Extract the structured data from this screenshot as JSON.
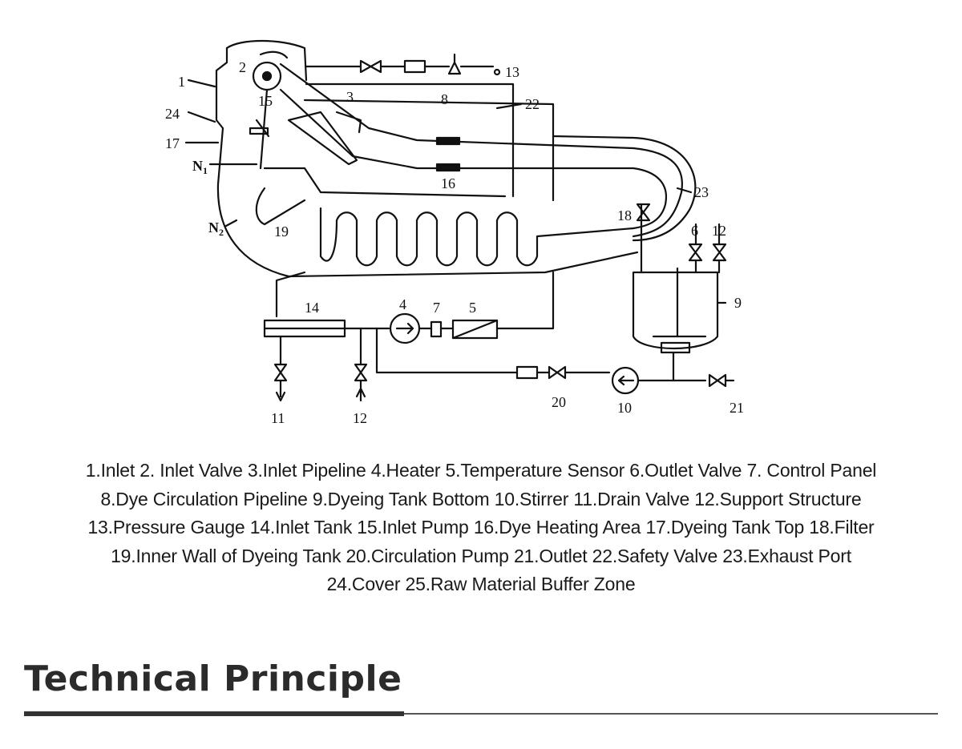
{
  "diagram": {
    "labels": [
      {
        "id": "1",
        "text": "1"
      },
      {
        "id": "2",
        "text": "2"
      },
      {
        "id": "3",
        "text": "3"
      },
      {
        "id": "4",
        "text": "4"
      },
      {
        "id": "5",
        "text": "5"
      },
      {
        "id": "6",
        "text": "6"
      },
      {
        "id": "7",
        "text": "7"
      },
      {
        "id": "8",
        "text": "8"
      },
      {
        "id": "9",
        "text": "9"
      },
      {
        "id": "10",
        "text": "10"
      },
      {
        "id": "11",
        "text": "11"
      },
      {
        "id": "12a",
        "text": "12"
      },
      {
        "id": "12b",
        "text": "12"
      },
      {
        "id": "13",
        "text": "13"
      },
      {
        "id": "14",
        "text": "14"
      },
      {
        "id": "15",
        "text": "15"
      },
      {
        "id": "16",
        "text": "16"
      },
      {
        "id": "17",
        "text": "17"
      },
      {
        "id": "18",
        "text": "18"
      },
      {
        "id": "19",
        "text": "19"
      },
      {
        "id": "20",
        "text": "20"
      },
      {
        "id": "21",
        "text": "21"
      },
      {
        "id": "22",
        "text": "22"
      },
      {
        "id": "23",
        "text": "23"
      },
      {
        "id": "24",
        "text": "24"
      },
      {
        "id": "N1",
        "text": "N",
        "sub": "1"
      },
      {
        "id": "N2",
        "text": "N",
        "sub": "2"
      }
    ]
  },
  "legend": {
    "lines": [
      "1.Inlet  2. Inlet Valve  3.Inlet Pipeline  4.Heater  5.Temperature Sensor  6.Outlet Valve  7. Control Panel",
      "8.Dye Circulation Pipeline  9.Dyeing Tank Bottom  10.Stirrer  11.Drain Valve  12.Support Structure",
      "13.Pressure Gauge  14.Inlet Tank  15.Inlet Pump  16.Dye Heating Area  17.Dyeing Tank Top  18.Filter",
      "19.Inner Wall of Dyeing Tank  20.Circulation Pump  21.Outlet  22.Safety Valve  23.Exhaust Port",
      "24.Cover 25.Raw Material Buffer Zone"
    ]
  },
  "section": {
    "title": "Technical Principle"
  }
}
